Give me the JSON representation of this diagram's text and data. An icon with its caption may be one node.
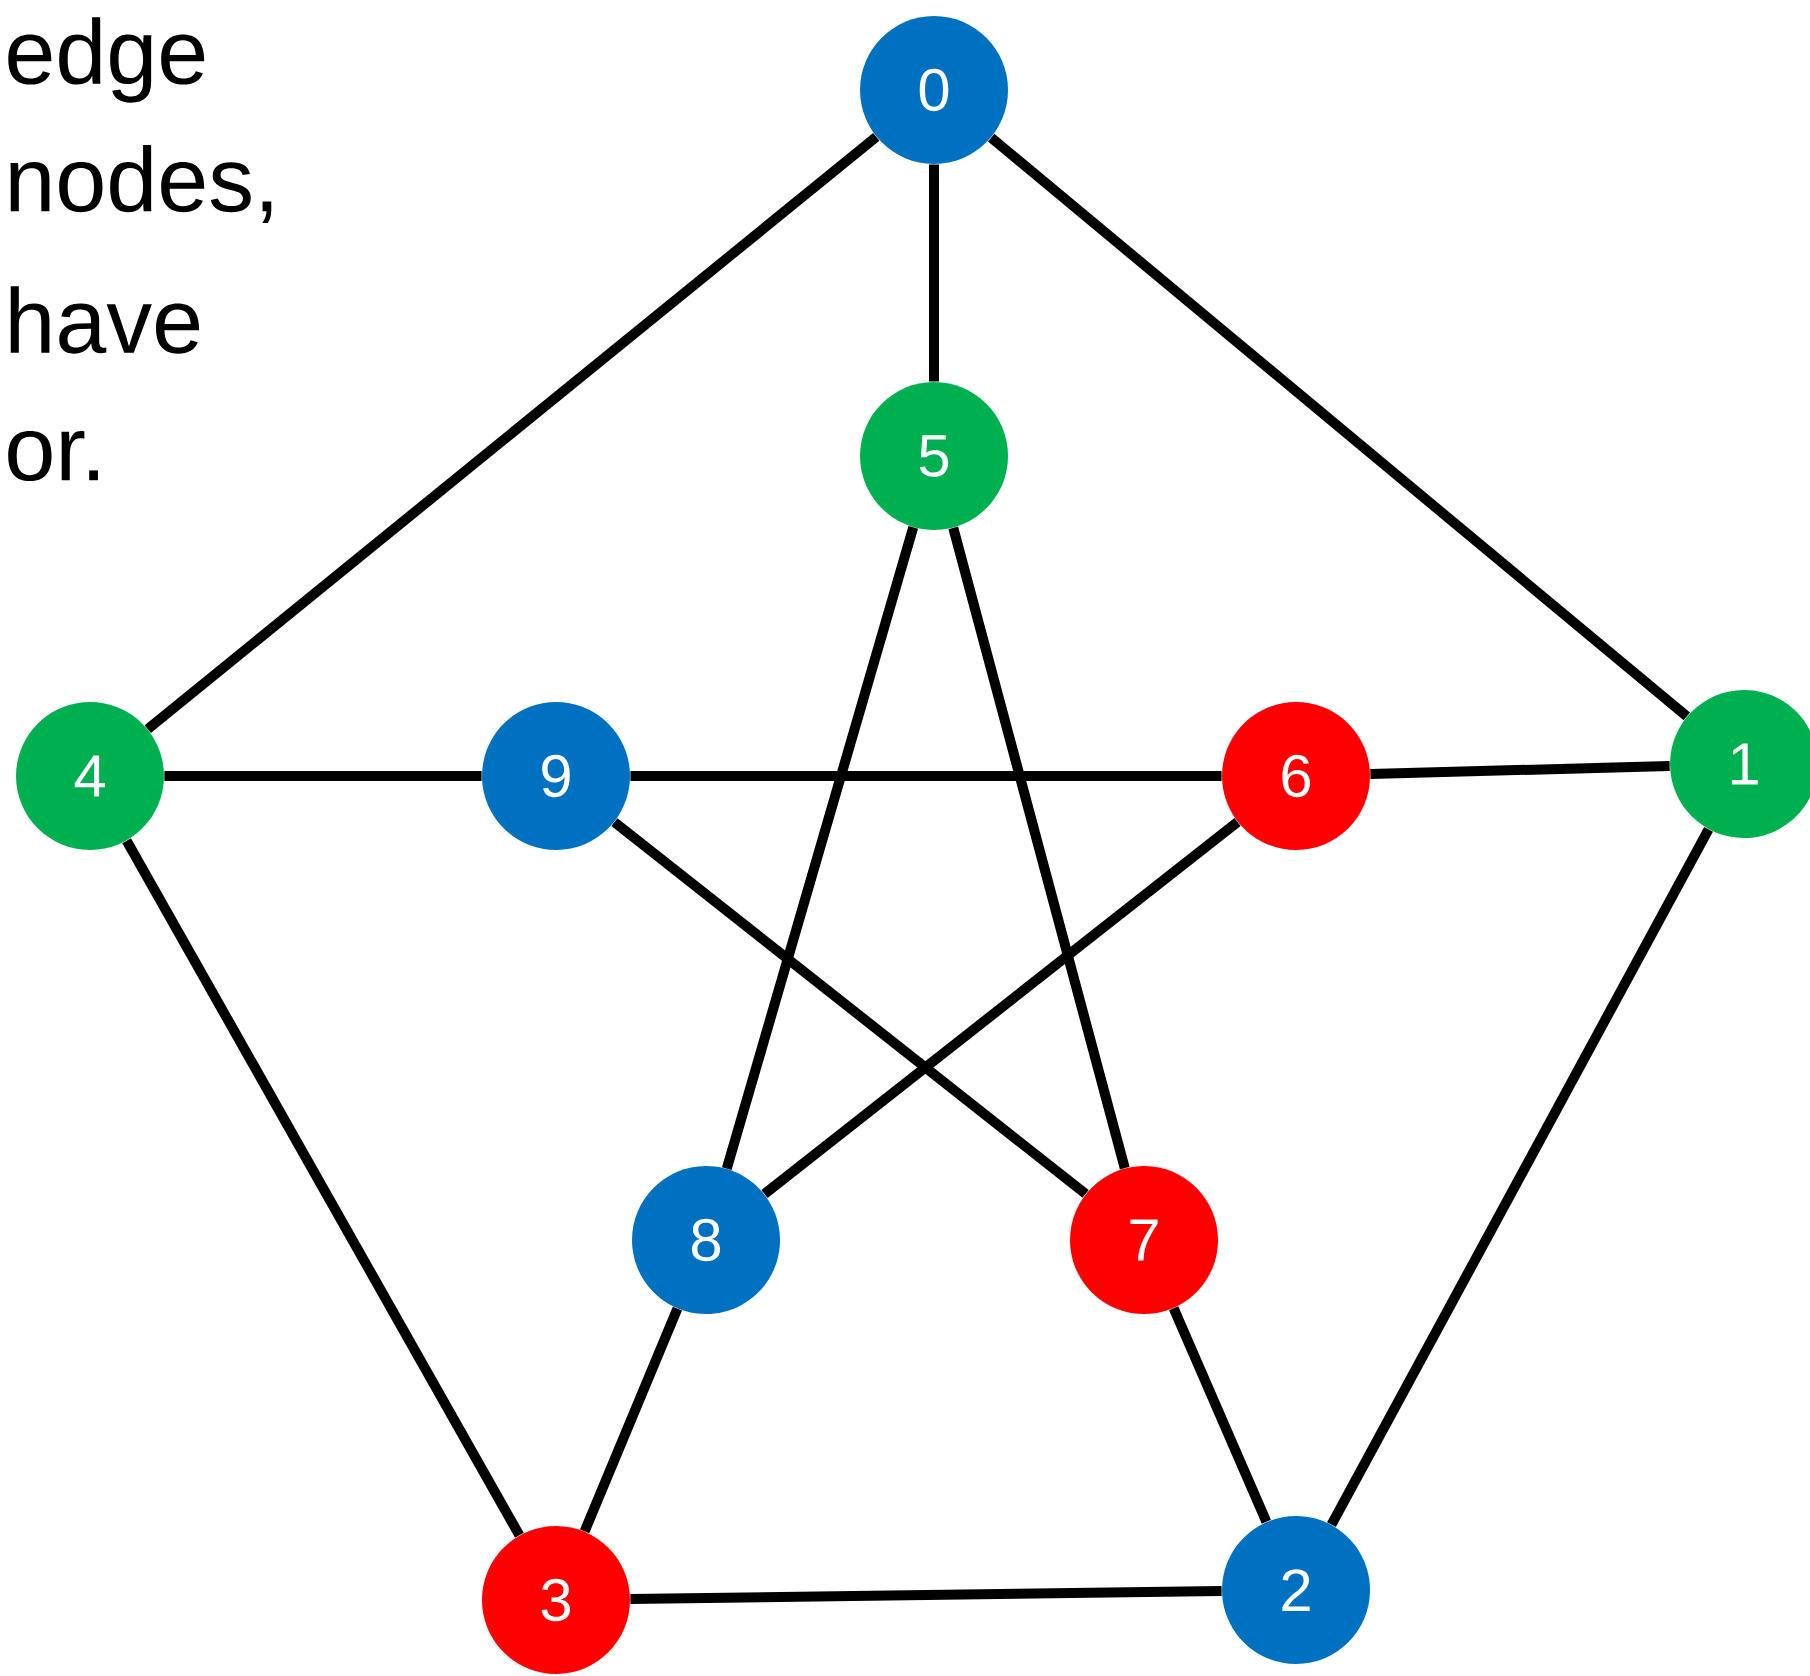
{
  "diagram": {
    "nodes": [
      {
        "text": [
          "0"
        ]
      },
      {
        "text": [
          "1"
        ]
      },
      {
        "text": [
          "2"
        ]
      },
      {
        "text": [
          "3"
        ]
      },
      {
        "text": [
          "4"
        ]
      },
      {
        "text": [
          "5"
        ]
      },
      {
        "text": [
          "6"
        ]
      },
      {
        "text": [
          "7"
        ]
      },
      {
        "text": [
          "8"
        ]
      },
      {
        "text": [
          "9"
        ]
      }
    ],
    "edges": [
      {
        "from": 0,
        "to": 5,
        "arrow": "none"
      },
      {
        "from": 0,
        "to": 1,
        "arrow": "none"
      },
      {
        "from": 0,
        "to": 4,
        "arrow": "none"
      },
      {
        "from": 4,
        "to": 9,
        "arrow": "none"
      },
      {
        "from": 9,
        "to": 6,
        "arrow": "none"
      },
      {
        "from": 6,
        "to": 1,
        "arrow": "none"
      },
      {
        "from": 1,
        "to": 2,
        "arrow": "none"
      },
      {
        "from": 2,
        "to": 3,
        "arrow": "none"
      },
      {
        "from": 3,
        "to": 4,
        "arrow": "none"
      },
      {
        "from": 5,
        "to": 8,
        "arrow": "none"
      },
      {
        "from": 5,
        "to": 7,
        "arrow": "none"
      },
      {
        "from": 9,
        "to": 7,
        "arrow": "none"
      },
      {
        "from": 6,
        "to": 8,
        "arrow": "none"
      },
      {
        "from": 8,
        "to": 3,
        "arrow": "none"
      },
      {
        "from": 7,
        "to": 2,
        "arrow": "none"
      }
    ],
    "labels": [
      "edge",
      "nodes,",
      "have",
      "or."
    ]
  }
}
